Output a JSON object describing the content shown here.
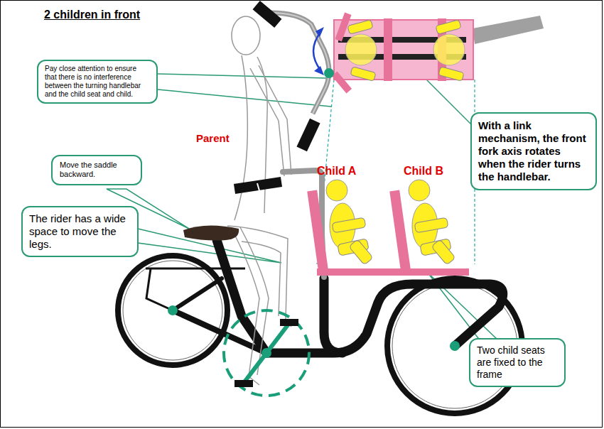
{
  "diagram": {
    "title": "2 children in front",
    "nodes": [
      {
        "text": [
          "Pay close attention to ensure that there is no interference between the turning handlebar and the child seat and child."
        ]
      },
      {
        "text": [
          "Move the saddle backward."
        ]
      },
      {
        "text": [
          "The rider has a wide space to move the legs."
        ]
      },
      {
        "text": [
          "With a link mechanism, the front fork axis rotates when the rider turns the handlebar."
        ]
      },
      {
        "text": [
          "Two child seats are fixed to the frame"
        ]
      }
    ],
    "labels": [
      "Parent",
      "Child A",
      "Child B"
    ]
  }
}
